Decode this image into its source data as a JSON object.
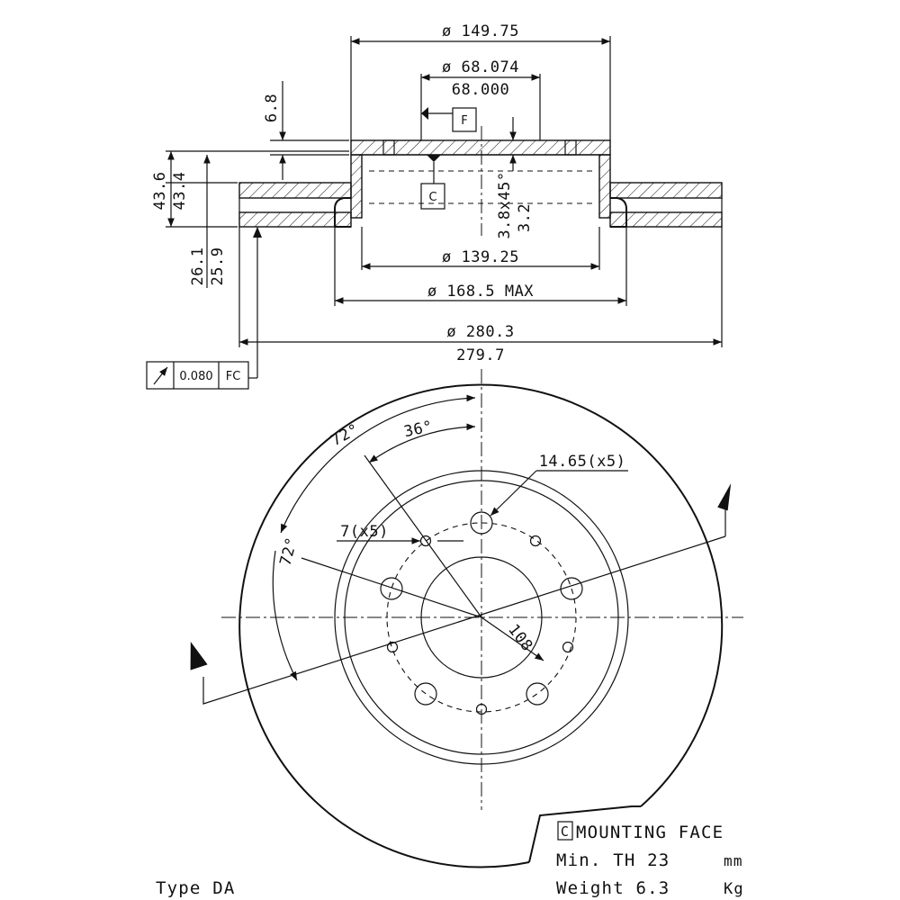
{
  "dimensions": {
    "hat_diameter": "ø 149.75",
    "bore_max": "ø 68.074",
    "bore_min": "68.000",
    "hat_thickness": "6.8",
    "height_max": "43.6",
    "height_min": "43.4",
    "offset_max": "26.1",
    "offset_min": "25.9",
    "chamfer": "3.8x45°",
    "wall": "3.2",
    "inner_diameter": "ø 139.25",
    "vent_diameter": "ø 168.5 MAX",
    "outer_diameter_max": "ø 280.3",
    "outer_diameter_min": "279.7",
    "runout_value": "0.080",
    "runout_datum": "FC",
    "datum_f": "F",
    "datum_c": "C",
    "angle_72_top": "72°",
    "angle_36": "36°",
    "angle_72_left": "72°",
    "bolt_holes": "14.65(x5)",
    "small_holes": "7(x5)",
    "pcd": "108"
  },
  "notes": {
    "mounting_box": "C",
    "mounting_face": "MOUNTING FACE",
    "min_th": "Min. TH 23",
    "min_th_unit": "mm",
    "weight": "Weight 6.3",
    "weight_unit": "Kg",
    "type": "Type DA"
  }
}
